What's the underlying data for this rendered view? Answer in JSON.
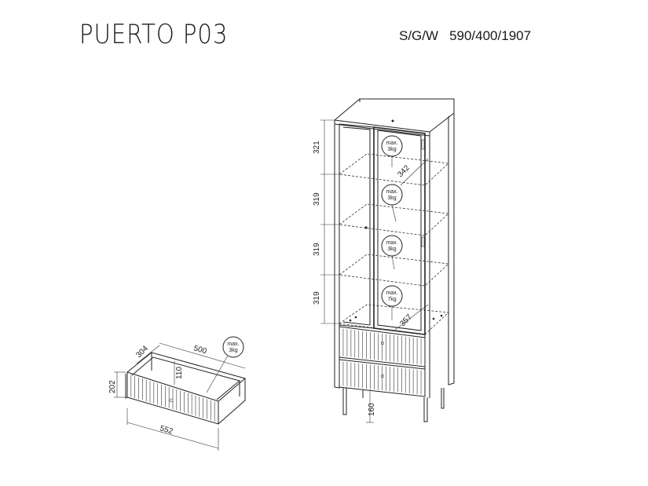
{
  "header": {
    "model_name": "PUERTO P03",
    "dimension_code": "S/G/W",
    "dimension_values": "590/400/1907"
  },
  "cabinet": {
    "heights": [
      "321",
      "319",
      "319",
      "319"
    ],
    "shelf_depth_top": "342",
    "shelf_depth_bottom": "357",
    "leg_height": "160",
    "load_badges": [
      {
        "line1": "max.",
        "line2": "3kg"
      },
      {
        "line1": "max.",
        "line2": "3kg"
      },
      {
        "line1": "max.",
        "line2": "3kg"
      },
      {
        "line1": "max.",
        "line2": "7kg"
      }
    ]
  },
  "drawer": {
    "depth": "304",
    "inner_width": "500",
    "inner_height": "110",
    "height": "202",
    "width": "552",
    "load_badge": {
      "line1": "max.",
      "line2": "3kg"
    }
  }
}
